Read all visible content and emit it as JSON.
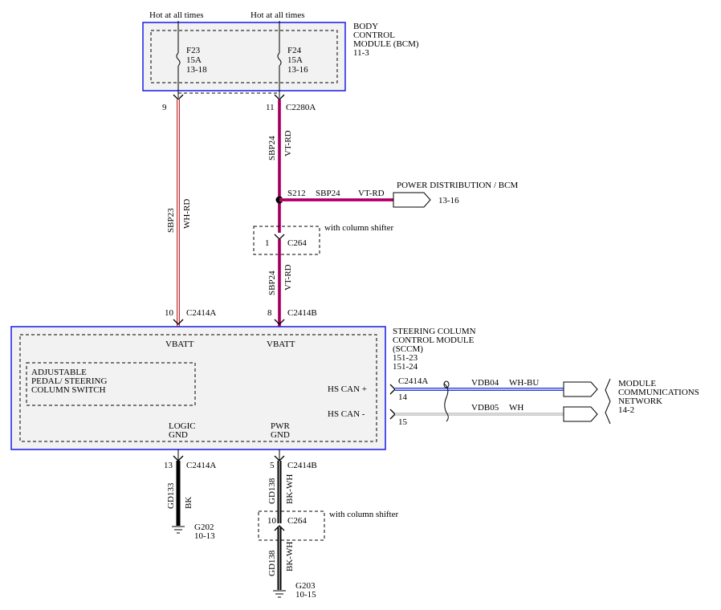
{
  "bcm": {
    "hot_left": "Hot at all times",
    "hot_right": "Hot at all times",
    "title_lines": [
      "BODY",
      "CONTROL",
      "MODULE (BCM)",
      "11-3"
    ],
    "f23": [
      "F23",
      "15A",
      "13-18"
    ],
    "f24": [
      "F24",
      "15A",
      "13-16"
    ]
  },
  "pins_top": {
    "left_pin": "9",
    "right_pin": "11",
    "right_conn": "C2280A"
  },
  "wires": {
    "sbp24_a": "SBP24",
    "vtrd_a": "VT-RD",
    "sbp23": "SBP23",
    "whrd": "WH-RD",
    "sbp24_b": "SBP24",
    "vtrd_b": "VT-RD",
    "gd133": "GD133",
    "bk": "BK",
    "gd138_a": "GD138",
    "bkwh_a": "BK-WH",
    "gd138_b": "GD138",
    "bkwh_b": "BK-WH"
  },
  "splice": {
    "name": "S212",
    "circuit": "SBP24",
    "color": "VT-RD",
    "dest_label": "POWER DISTRIBUTION / BCM",
    "dest_page": "13-16"
  },
  "c264_top": {
    "pin": "1",
    "conn": "C264",
    "note": "with column shifter"
  },
  "sccm_pins_top": {
    "left_pin": "10",
    "left_conn": "C2414A",
    "right_pin": "8",
    "right_conn": "C2414B"
  },
  "sccm": {
    "title_lines": [
      "STEERING COLUMN",
      "CONTROL MODULE",
      "(SCCM)",
      "151-23",
      "151-24"
    ],
    "vbatt_left": "VBATT",
    "vbatt_right": "VBATT",
    "switch_lines": [
      "ADJUSTABLE",
      "PEDAL/ STEERING",
      "COLUMN SWITCH"
    ],
    "hs_can_plus": "HS CAN +",
    "hs_can_minus": "HS CAN -",
    "logic_gnd": [
      "LOGIC",
      "GND"
    ],
    "pwr_gnd": [
      "PWR",
      "GND"
    ]
  },
  "can": {
    "conn": "C2414A",
    "pin_plus": "14",
    "pin_minus": "15",
    "vdb04": "VDB04",
    "vdb04_color": "WH-BU",
    "vdb05": "VDB05",
    "vdb05_color": "WH",
    "network_lines": [
      "MODULE",
      "COMMUNICATIONS",
      "NETWORK",
      "14-2"
    ]
  },
  "grounds": {
    "left_pin": "13",
    "left_conn": "C2414A",
    "right_pin": "5",
    "right_conn": "C2414B",
    "c264_pin": "10",
    "c264_conn": "C264",
    "c264_note": "with column shifter",
    "g202": [
      "G202",
      "10-13"
    ],
    "g203": [
      "G203",
      "10-15"
    ]
  },
  "colors": {
    "module_border": "#1a1ae6",
    "vt_rd": "#e0148c",
    "wh_rd": "#c23030",
    "can_blue": "#2b3fd6",
    "module_fill": "#f2f2f2"
  }
}
